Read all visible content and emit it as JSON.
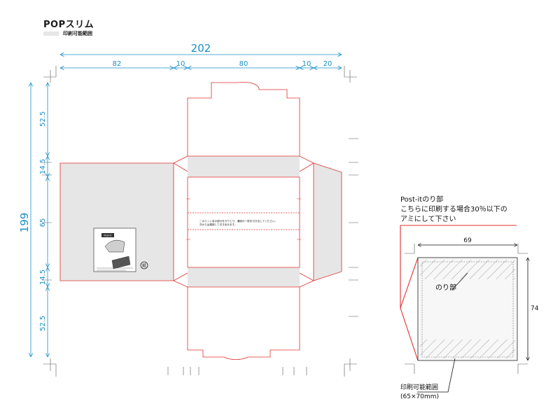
{
  "header": {
    "title": "POPスリム",
    "legend_label": "印刷可能範囲"
  },
  "dimensions": {
    "total_width": "202",
    "seg_82": "82",
    "seg_10a": "10",
    "seg_80": "80",
    "seg_10b": "10",
    "seg_20": "20",
    "total_height": "199",
    "v_52_5_top": "52.5",
    "v_14_5_top": "14.5",
    "v_65": "65",
    "v_14_5_bottom": "14.5",
    "v_52_5_bottom": "52.5"
  },
  "panel_notes": {
    "line1": "このミシン目の部分をきりとり、通紙の一枚を引き出してください。",
    "line2": "次からは連続して引き出せます。"
  },
  "inset": {
    "heading_line1": "Post-itのり部",
    "heading_line2": "こちらに印刷する場合30％以下の",
    "heading_line3": "アミにして下さい",
    "width": "69",
    "height": "74",
    "glue_label": "のり部",
    "printable_label": "印刷可能範囲",
    "printable_size": "(65×70mm)"
  },
  "colors": {
    "dimension": "#1a8fc4",
    "cut_line": "#e0302f",
    "print_area": "#e6e6e6"
  }
}
